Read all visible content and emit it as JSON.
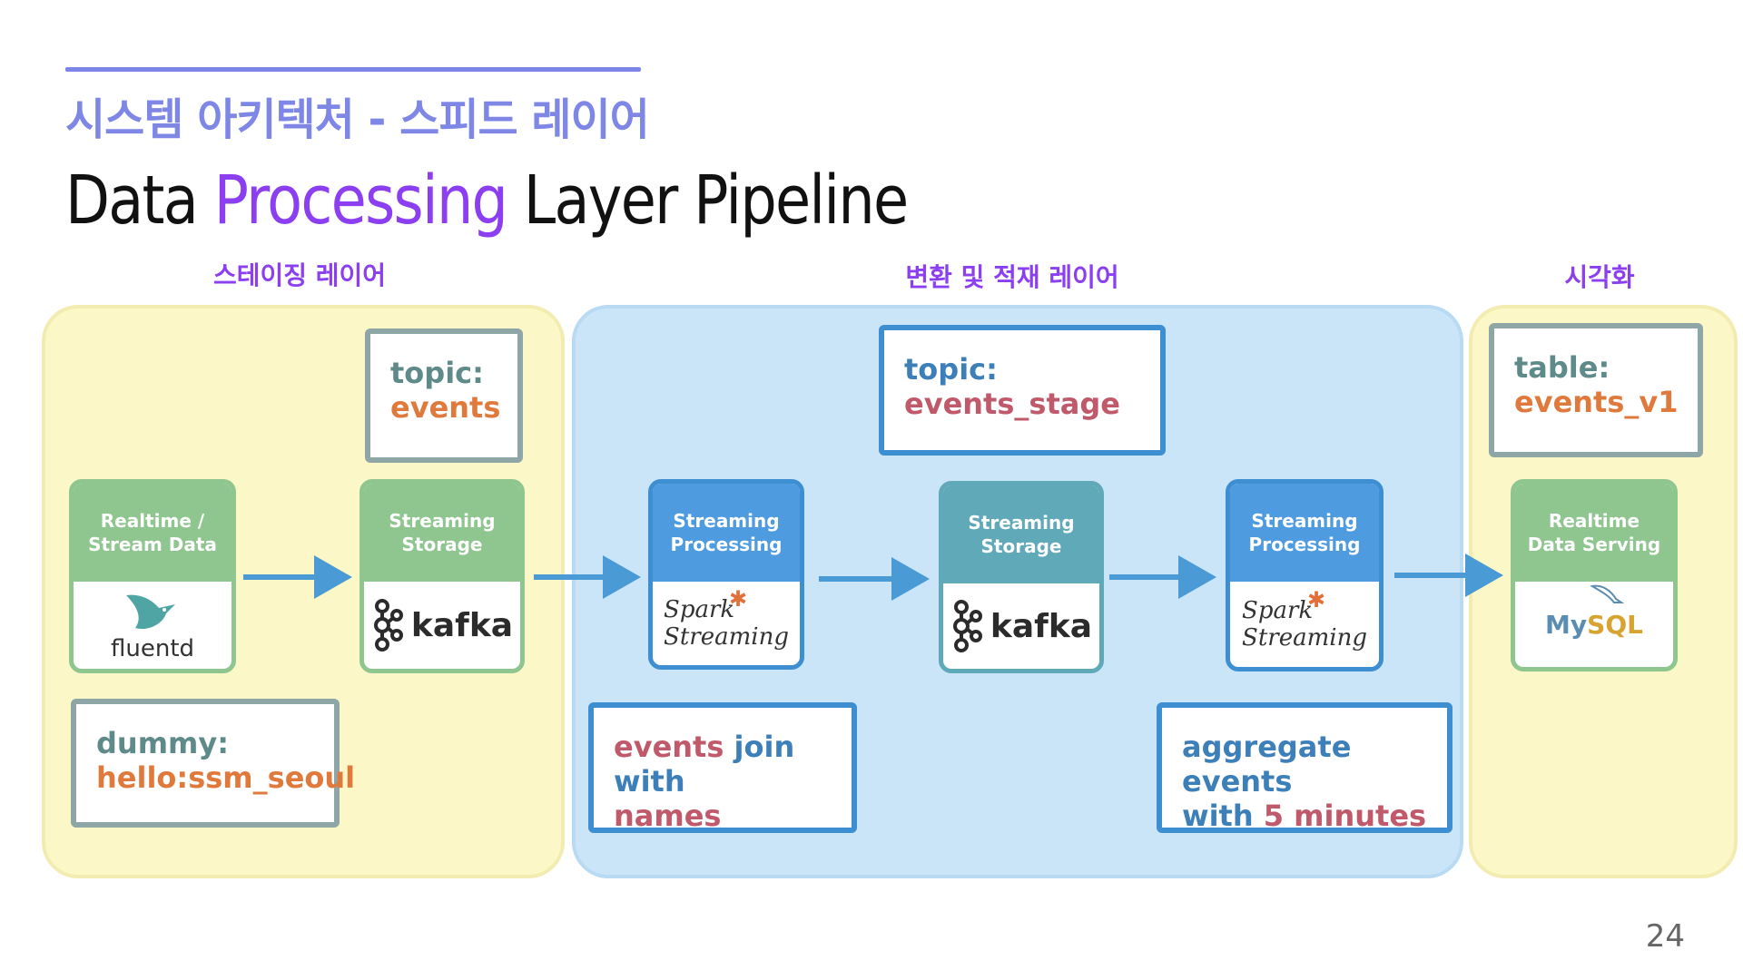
{
  "kicker": "시스템 아키텍처 - 스피드 레이어",
  "title": {
    "before": "Data",
    "highlight": "Processing",
    "after": "Layer Pipeline"
  },
  "sections": {
    "staging": "스테이징 레이어",
    "transform": "변환 및 적재 레이어",
    "visualization": "시각화"
  },
  "components": {
    "source": {
      "head_line1": "Realtime /",
      "head_line2": "Stream Data",
      "logo": "fluentd"
    },
    "storage1": {
      "head_line1": "Streaming",
      "head_line2": "Storage",
      "logo": "kafka"
    },
    "processing1": {
      "head_line1": "Streaming",
      "head_line2": "Processing",
      "logo_line1": "Spark",
      "logo_line2": "Streaming"
    },
    "storage2": {
      "head_line1": "Streaming",
      "head_line2": "Storage",
      "logo": "kafka"
    },
    "processing2": {
      "head_line1": "Streaming",
      "head_line2": "Processing",
      "logo_line1": "Spark",
      "logo_line2": "Streaming"
    },
    "serving": {
      "head_line1": "Realtime",
      "head_line2": "Data Serving",
      "logo_my": "My",
      "logo_sql": "SQL"
    }
  },
  "notes": {
    "topic_events": {
      "key": "topic:",
      "value": "events"
    },
    "dummy": {
      "key": "dummy:",
      "value": "hello:ssm_seoul"
    },
    "topic_stage": {
      "key": "topic:",
      "value": "events_stage"
    },
    "join": {
      "part1": "events",
      "part2": " join with",
      "part3": "names"
    },
    "aggregate": {
      "part1": "aggregate events",
      "part2": "with ",
      "part3": "5 minutes"
    },
    "table": {
      "key": "table:",
      "value": "events_v1"
    }
  },
  "page_number": "24",
  "colors": {
    "accent_purple": "#8b3ff0",
    "kicker_blue": "#7f87e6",
    "staging_bg": "#fbf7c6",
    "transform_bg": "#cbe5f8",
    "green_header": "#8fc68f",
    "blue_header": "#4f9be0",
    "teal_header": "#5fa9b8",
    "arrow": "#4a9ad6"
  },
  "icons": [
    "fluentd-bird-icon",
    "kafka-icon",
    "spark-star-icon",
    "mysql-dolphin-icon",
    "flow-arrow-icon"
  ]
}
